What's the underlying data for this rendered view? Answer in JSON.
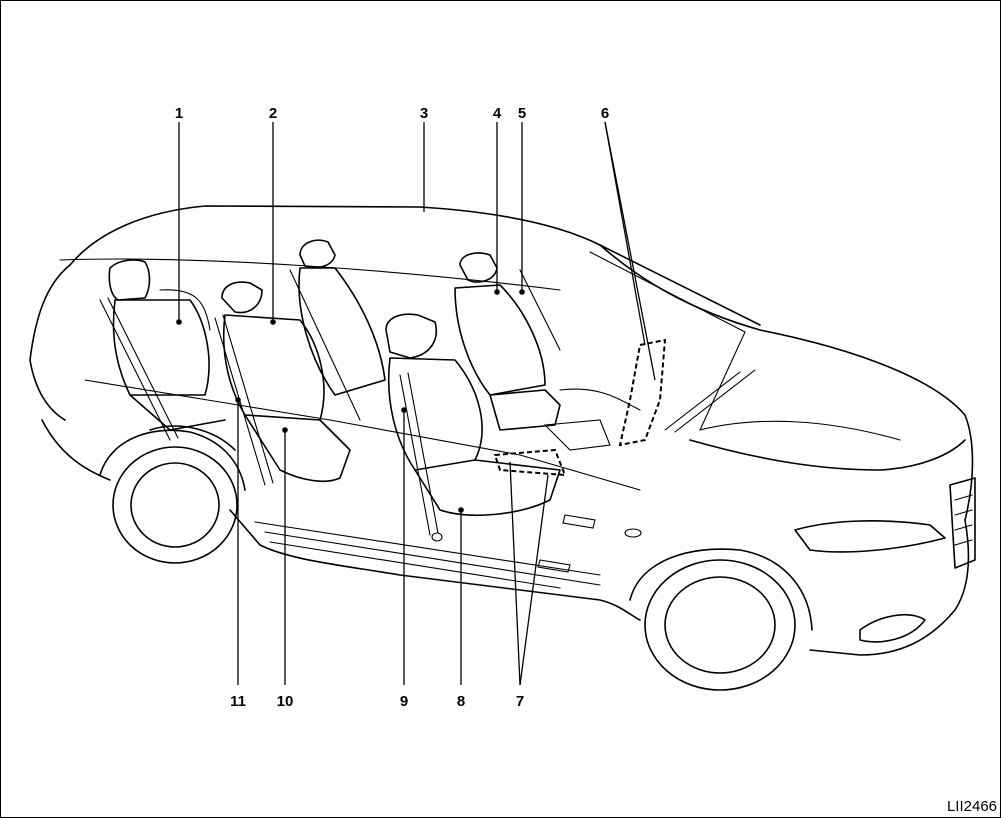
{
  "callouts": [
    "1",
    "2",
    "3",
    "4",
    "5",
    "6",
    "7",
    "8",
    "9",
    "10",
    "11"
  ],
  "figure_code": "LII2466",
  "colors": {
    "line": "#000000",
    "background": "#ffffff"
  }
}
